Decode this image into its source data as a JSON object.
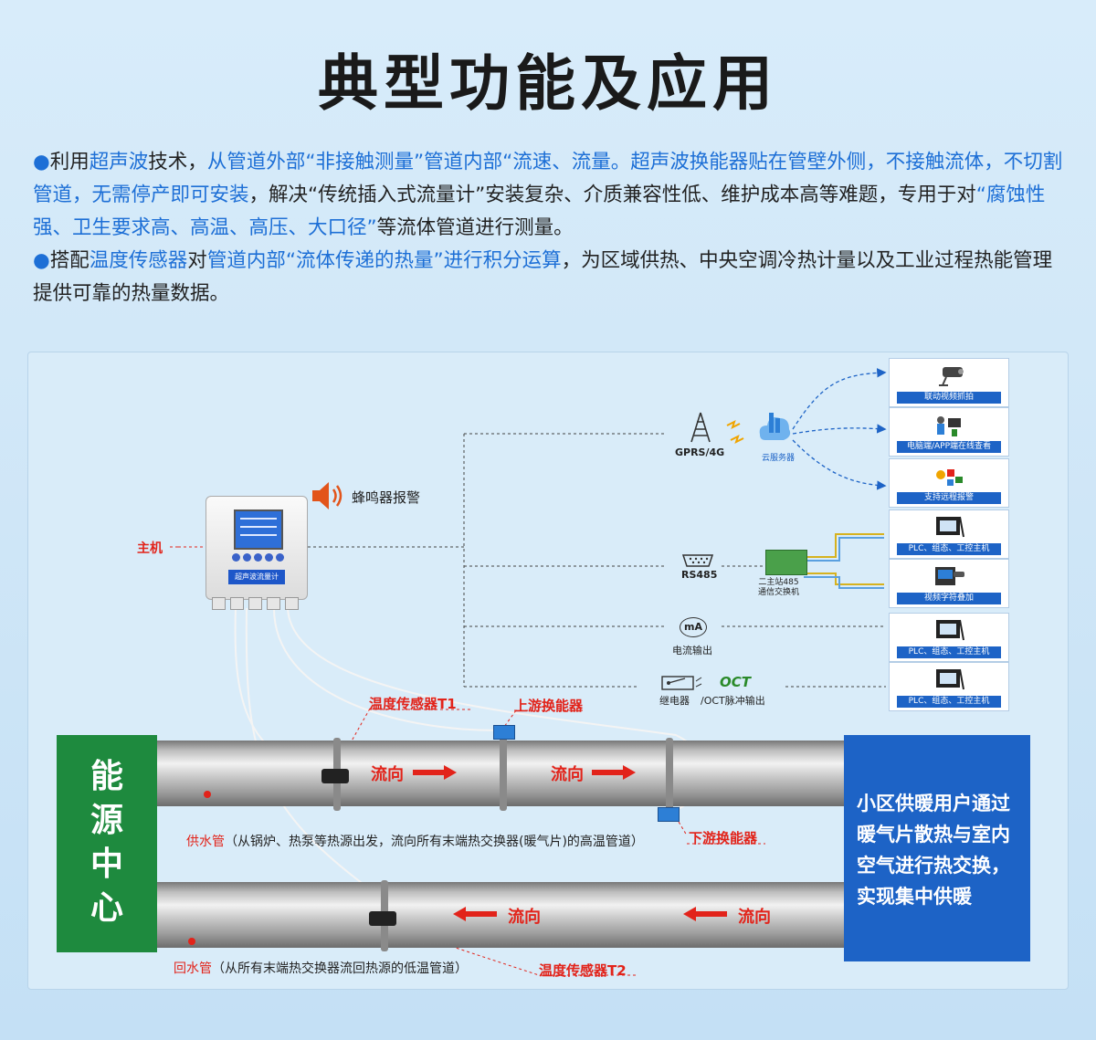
{
  "title": "典型功能及应用",
  "intro": {
    "p1": [
      {
        "t": "●",
        "c": "bullet"
      },
      {
        "t": "利用"
      },
      {
        "t": "超声波",
        "c": "hl"
      },
      {
        "t": "技术，"
      },
      {
        "t": "从管道外部“非接触测量”管道内部“流速、流量。超声波换能器贴在管壁外侧，不接触流体，不切割管道，无需停产即可安装",
        "c": "hl"
      },
      {
        "t": "，解决“传统插入式流量计”安装复杂、介质兼容性低、维护成本高等难题，专用于对"
      },
      {
        "t": "“腐蚀性强、卫生要求高、高温、高压、大口径”",
        "c": "hl"
      },
      {
        "t": "等流体管道进行测量。"
      }
    ],
    "p2": [
      {
        "t": "●",
        "c": "bullet"
      },
      {
        "t": "搭配"
      },
      {
        "t": "温度传感器",
        "c": "hl"
      },
      {
        "t": "对"
      },
      {
        "t": "管道内部“流体传递的热量”进行积分运算",
        "c": "hl"
      },
      {
        "t": "，为区域供热、中央空调冷热计量以及工业过程热能管理提供可靠的热量数据。"
      }
    ]
  },
  "device": {
    "label": "主机",
    "brand": "超声波流量计",
    "buzzer": "蜂鸣器报警"
  },
  "links": {
    "gprs": "GPRS/4G",
    "cloud": "云服务器",
    "rs485": "RS485",
    "switch": "二主站485\n通信交换机",
    "ma": "mA",
    "current": "电流输出",
    "relay": "继电器",
    "oct_logo": "OCT",
    "oct": "/OCT脉冲输出"
  },
  "cards": [
    {
      "label": "联动视频抓拍",
      "icon": "camera-icon"
    },
    {
      "label": "电脑端/APP端在线查看",
      "icon": "people-pc-icon"
    },
    {
      "label": "支持远程报警",
      "icon": "alarm-icon"
    },
    {
      "label": "PLC、组态、工控主机",
      "icon": "monitor-icon"
    },
    {
      "label": "视频字符叠加",
      "icon": "video-overlay-icon"
    },
    {
      "label": "PLC、组态、工控主机",
      "icon": "monitor-icon"
    },
    {
      "label": "PLC、组态、工控主机",
      "icon": "monitor-icon"
    }
  ],
  "sensors": {
    "t1": "温度传感器T1",
    "t2": "温度传感器T2",
    "upstream": "上游换能器",
    "downstream": "下游换能器"
  },
  "flow": "流向",
  "energy_center": [
    "能",
    "源",
    "中",
    "心"
  ],
  "community": [
    "小区供暖用户通过",
    "暖气片散热与室内",
    "空气进行热交换，",
    "实现集中供暖"
  ],
  "supply": {
    "name": "供水管",
    "desc": "（从锅炉、热泵等热源出发，流向所有末端热交换器(暖气片)的高温管道）"
  },
  "return": {
    "name": "回水管",
    "desc": "（从所有末端热交换器流回热源的低温管道）"
  }
}
